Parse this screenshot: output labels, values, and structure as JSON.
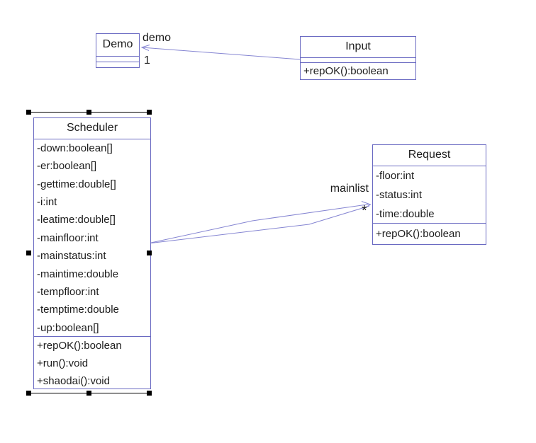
{
  "colors": {
    "box_border": "#6a6ac2",
    "edge_line": "#8585d2",
    "text": "#1c1c1c",
    "selection": "#000000",
    "background": "#ffffff"
  },
  "classes": {
    "demo": {
      "name": "Demo",
      "attributes": [],
      "operations": []
    },
    "input": {
      "name": "Input",
      "attributes": [],
      "operations": [
        "+repOK():boolean"
      ]
    },
    "scheduler": {
      "name": "Scheduler",
      "attributes": [
        "-down:boolean[]",
        "-er:boolean[]",
        "-gettime:double[]",
        "-i:int",
        "-leatime:double[]",
        "-mainfloor:int",
        "-mainstatus:int",
        "-maintime:double",
        "-tempfloor:int",
        "-temptime:double",
        "-up:boolean[]"
      ],
      "operations": [
        "+repOK():boolean",
        "+run():void",
        "+shaodai():void"
      ]
    },
    "request": {
      "name": "Request",
      "attributes": [
        "-floor:int",
        "-status:int",
        "-time:double"
      ],
      "operations": [
        "+repOK():boolean"
      ]
    }
  },
  "associations": {
    "demo": {
      "label": "demo",
      "multiplicity": "1",
      "from": "Input",
      "to": "Demo"
    },
    "mainlist": {
      "label": "mainlist",
      "multiplicity": "*",
      "from": "Scheduler",
      "to": "Request"
    }
  }
}
